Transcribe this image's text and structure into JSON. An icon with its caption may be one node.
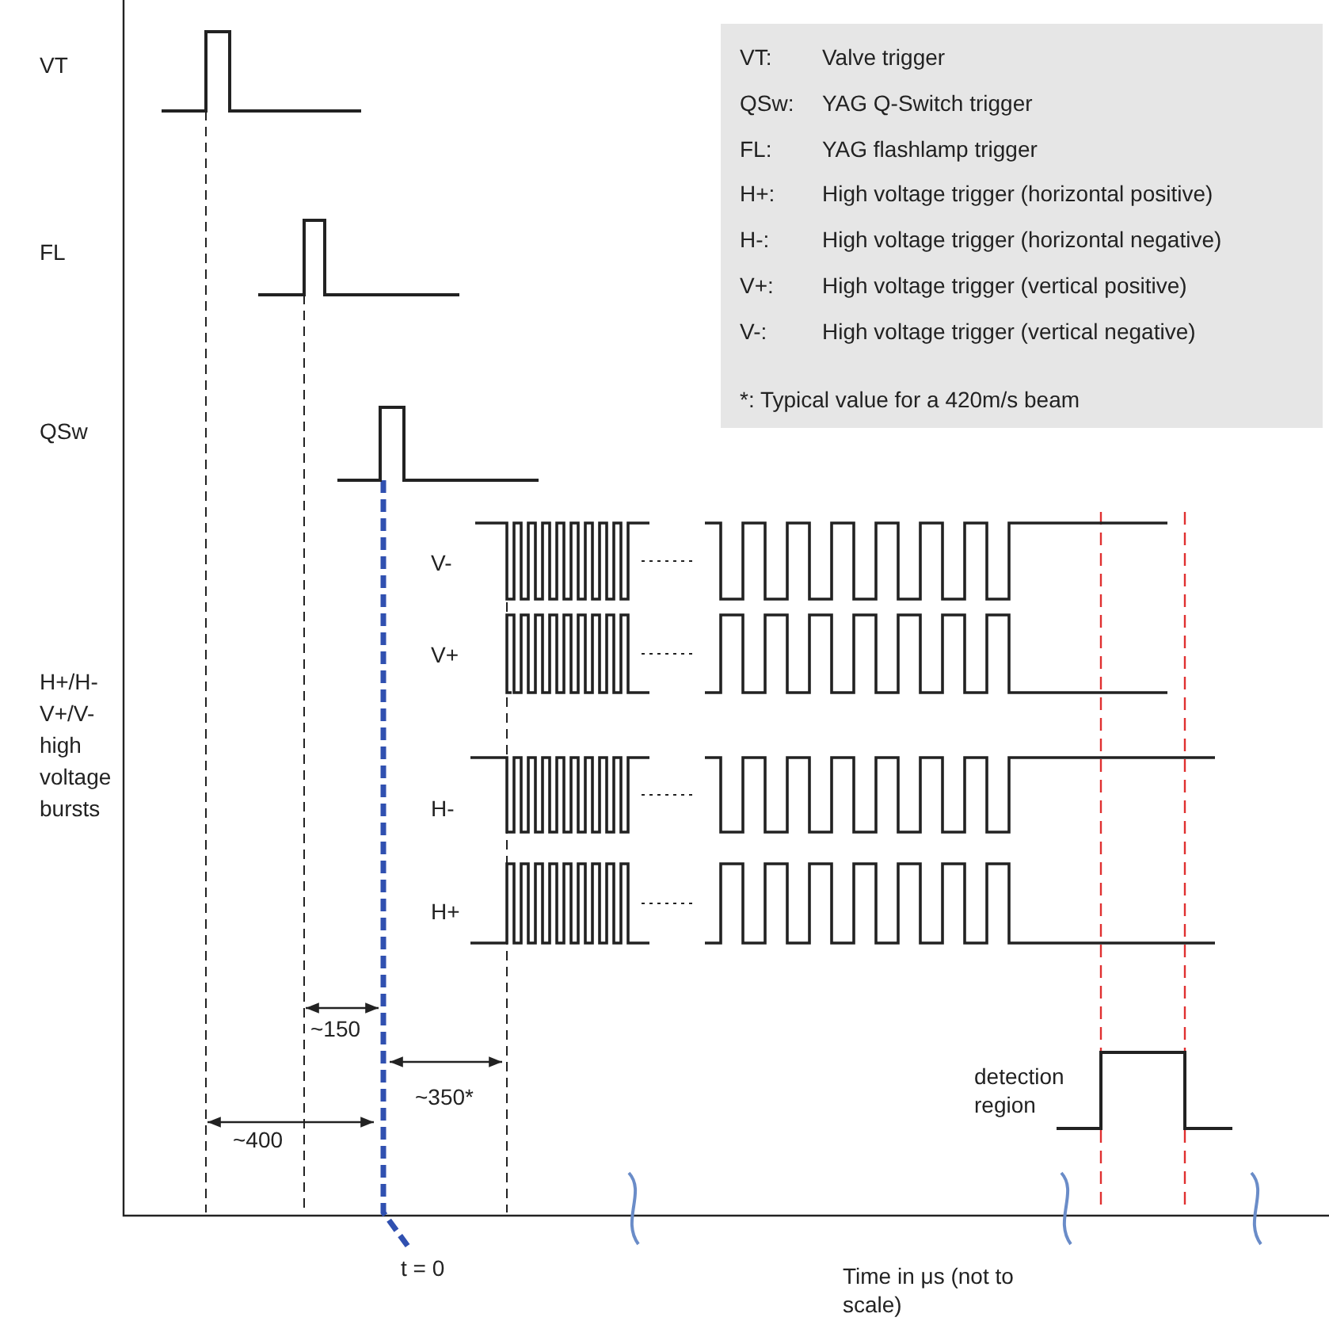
{
  "diagram": {
    "labels": [
      "VT",
      "FL",
      "QSw",
      "H+/H- V+/V- high voltage bursts",
      "V-",
      "V+",
      "H-",
      "H+",
      "VT:",
      "Valve trigger",
      "QSw:",
      "YAG Q-Switch trigger",
      "FL:",
      "YAG flashlamp trigger",
      "H+:",
      "High voltage trigger (horizontal positive)",
      "H-:",
      "High voltage trigger (horizontal negative)",
      "V+:",
      "High voltage trigger (vertical positive)",
      "V-:",
      "High voltage trigger (vertical negative)",
      "*: Typical value for a 420m/s beam",
      "~150",
      "~350*",
      "~400",
      "detection region",
      "t = 0",
      "Time in μs (not to scale)"
    ]
  }
}
